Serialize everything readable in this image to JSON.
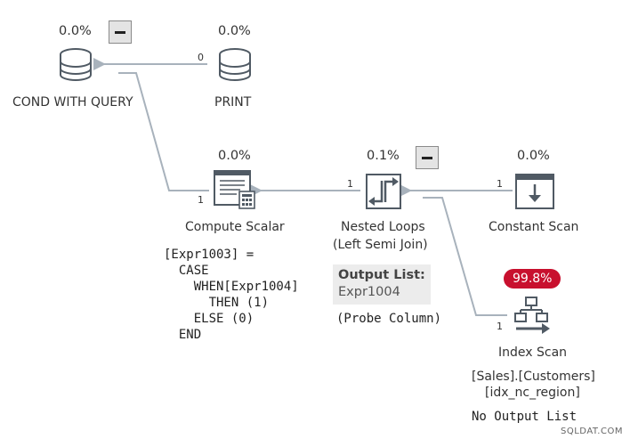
{
  "nodes": {
    "cond": {
      "label": "COND WITH QUERY",
      "cost": "0.0%",
      "icon": "database-icon"
    },
    "print": {
      "label": "PRINT",
      "cost": "0.0%",
      "icon": "database-icon"
    },
    "compute_scalar": {
      "label": "Compute Scalar",
      "cost": "0.0%",
      "icon": "compute-scalar-icon"
    },
    "nested_loops": {
      "label": "Nested Loops",
      "sublabel": "(Left Semi Join)",
      "cost": "0.1%",
      "icon": "nested-loops-icon"
    },
    "constant_scan": {
      "label": "Constant Scan",
      "cost": "0.0%",
      "icon": "constant-scan-icon"
    },
    "index_scan": {
      "label": "Index Scan",
      "cost": "99.8%",
      "object": "[Sales].[Customers]",
      "index": "[idx_nc_region]",
      "output": "No Output List",
      "icon": "index-scan-icon"
    }
  },
  "edges": {
    "print_to_cond": "0",
    "compute_to_cond": "1",
    "nested_to_compute": "1",
    "constant_to_nested": "1",
    "index_to_nested": "1"
  },
  "compute_expr": {
    "line1": "[Expr1003] =",
    "line2": "  CASE",
    "line3": "    WHEN[Expr1004]",
    "line4": "      THEN (1)",
    "line5": "    ELSE (0)",
    "line6": "  END"
  },
  "output_list": {
    "title": "Output List:",
    "value": "Expr1004",
    "probe": "(Probe Column)"
  },
  "watermark": "SQLDAT.COM",
  "colors": {
    "badge": "#c8102e",
    "connector": "#a0aab4",
    "icon_stroke": "#505a64"
  }
}
